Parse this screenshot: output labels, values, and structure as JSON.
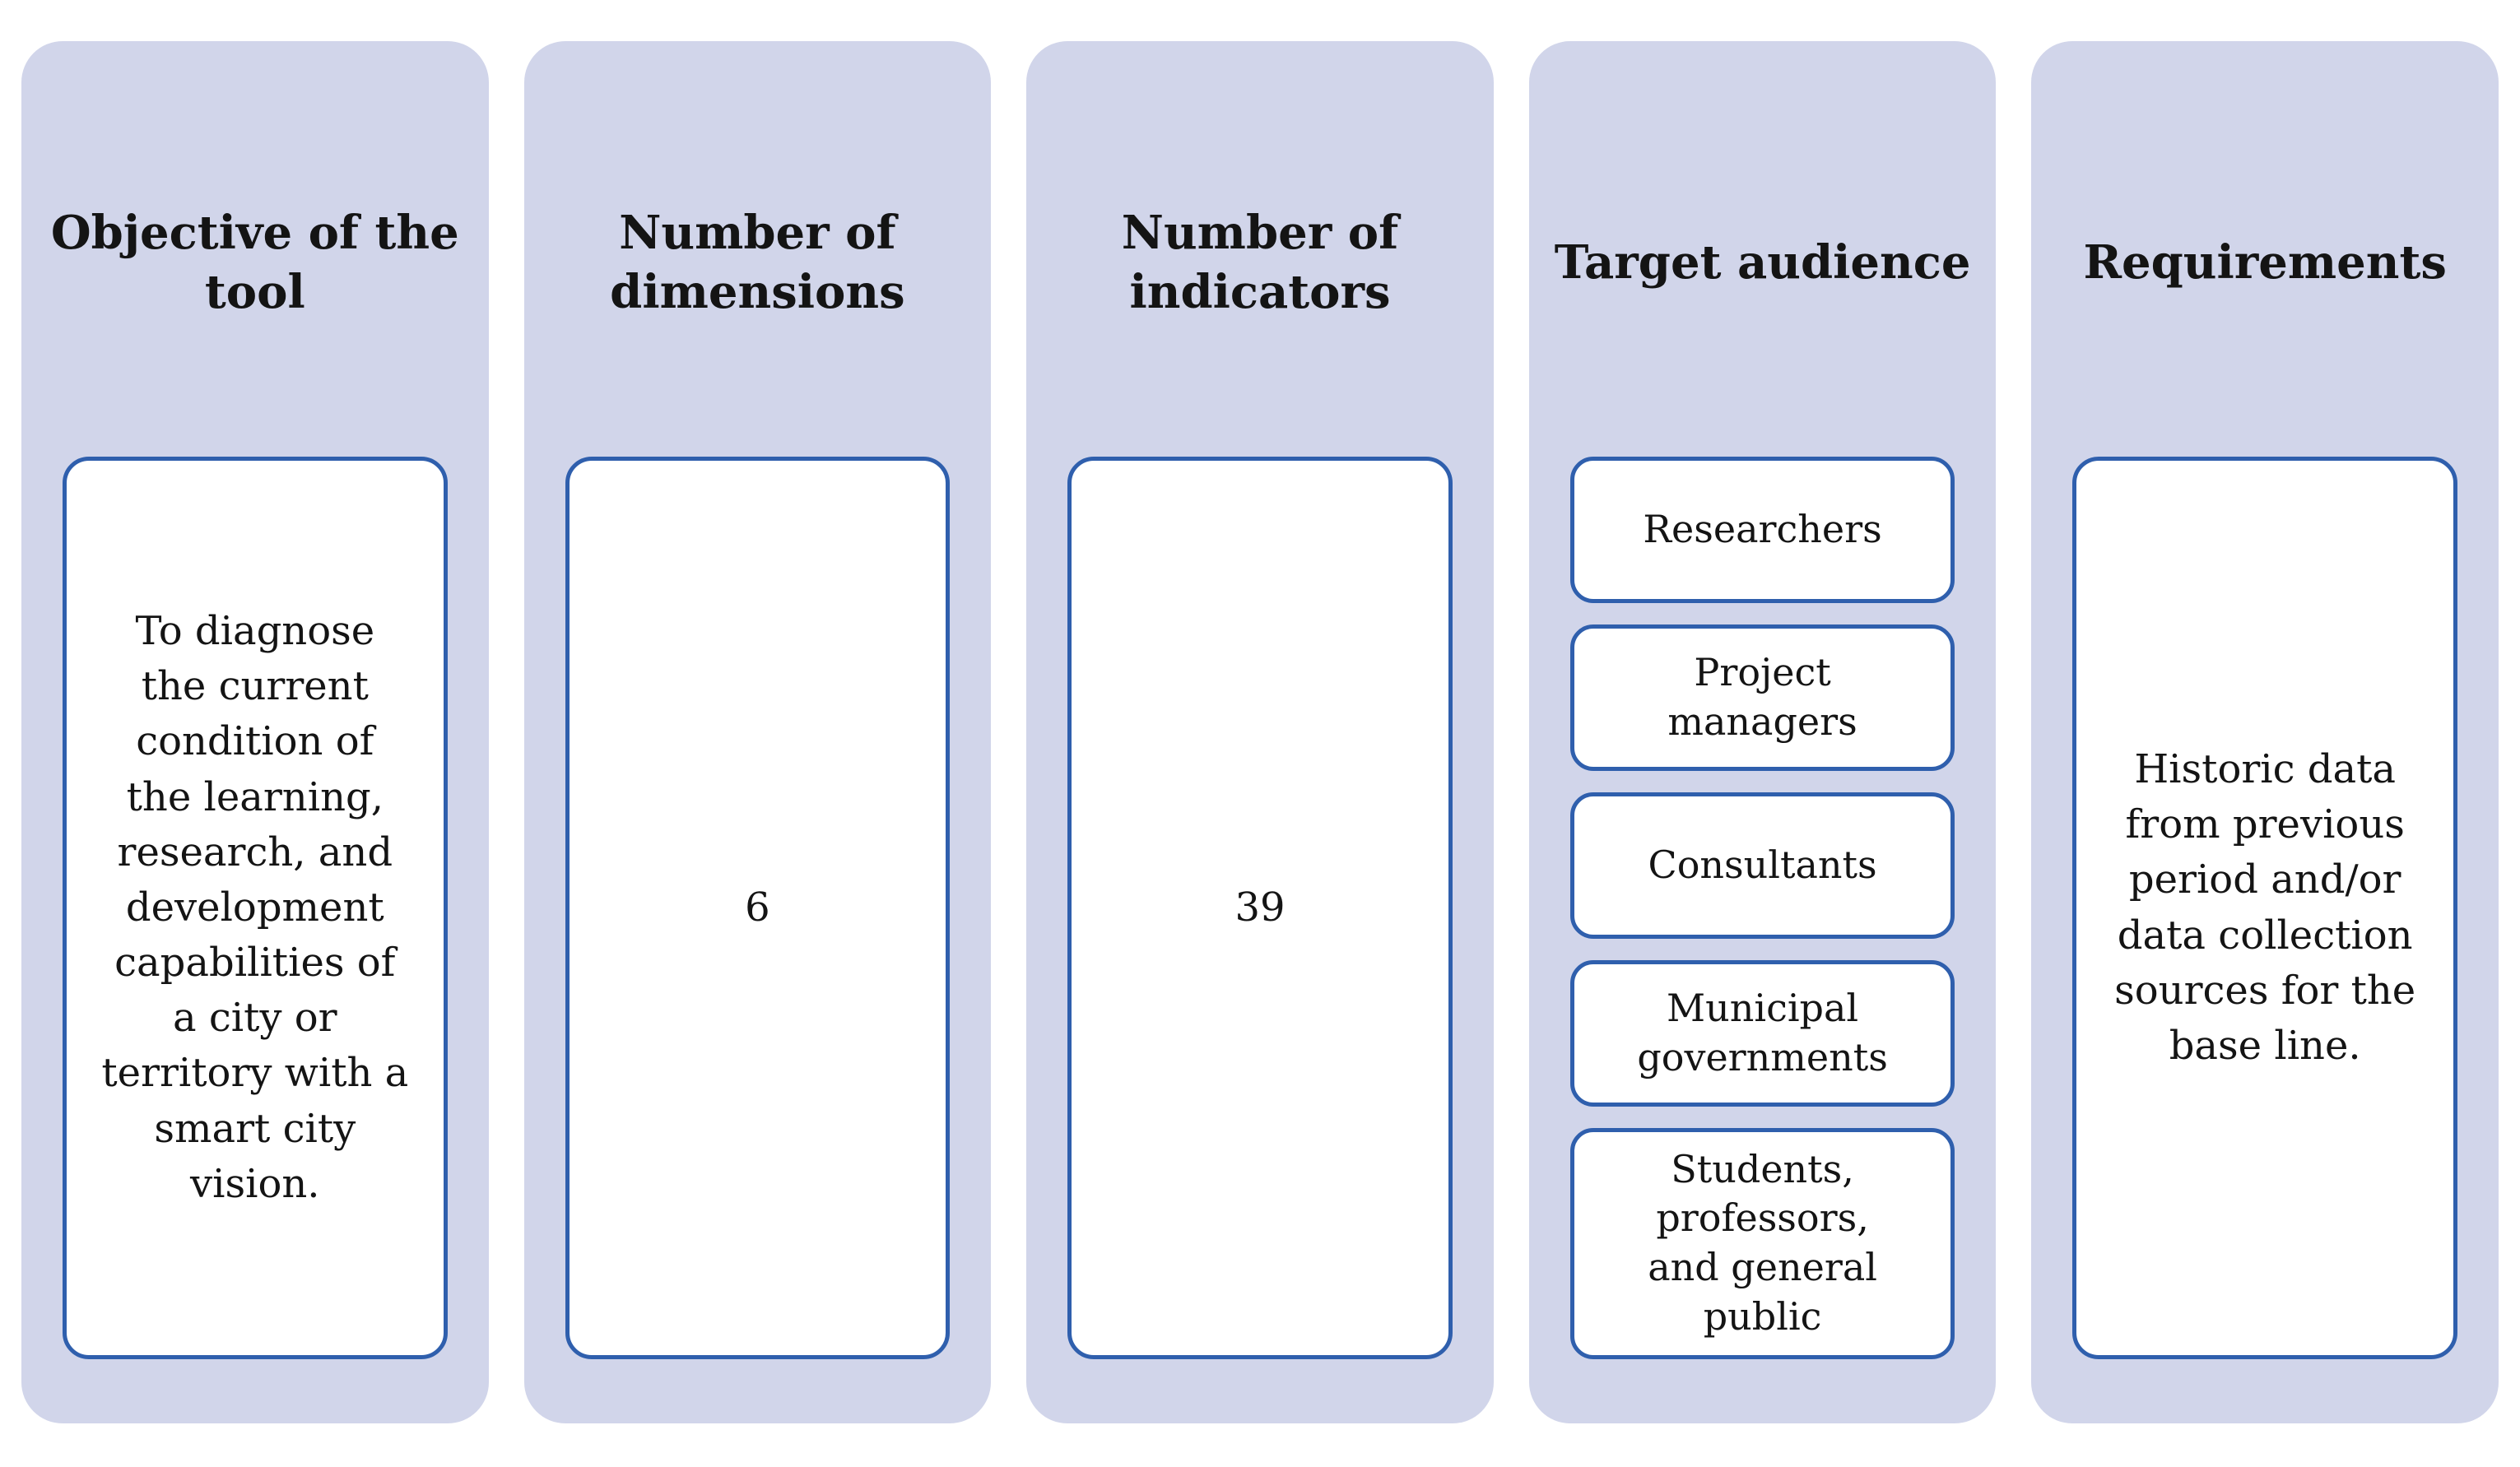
{
  "diagram": {
    "columns": [
      {
        "header": "Objective of the tool",
        "content": "To diagnose the current condition of the learning, research, and development capabilities of a city or territory with a smart city vision."
      },
      {
        "header": "Number of dimensions",
        "content": "6"
      },
      {
        "header": "Number of indicators",
        "content": "39"
      },
      {
        "header": "Target audience",
        "items": [
          "Researchers",
          "Project managers",
          "Consultants",
          "Municipal governments",
          "Students, professors, and general public"
        ]
      },
      {
        "header": "Requirements",
        "content": "Historic data from previous period and/or data collection sources for the base line."
      }
    ],
    "colors": {
      "panel_bg": "#d1d5ea",
      "box_bg": "#ffffff",
      "box_border": "#2f5fad",
      "text": "#141414"
    }
  }
}
